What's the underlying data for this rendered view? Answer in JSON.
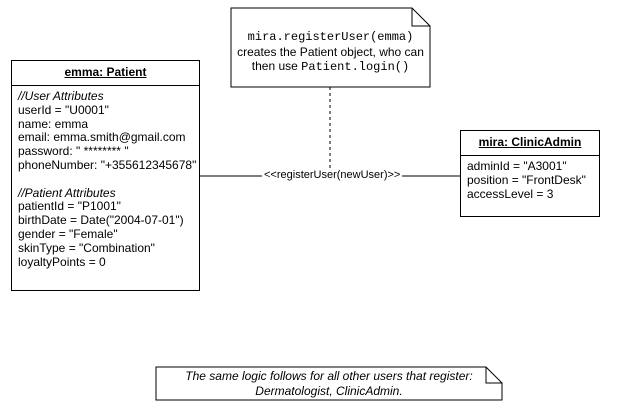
{
  "patient": {
    "title": "emma: Patient",
    "user_header": "//User Attributes",
    "user_attrs": [
      "userId = \"U0001\"",
      "name: emma",
      "email: emma.smith@gmail.com",
      "password: \" ******** \"",
      "phoneNumber: \"+355612345678\""
    ],
    "patient_header": "//Patient Attributes",
    "patient_attrs": [
      "patientId = \"P1001\"",
      "birthDate = Date(\"2004-07-01\")",
      "gender = \"Female\"",
      "skinType = \"Combination\"",
      "loyaltyPoints = 0"
    ]
  },
  "admin": {
    "title": "mira: ClinicAdmin",
    "attrs": [
      "adminId = \"A3001\"",
      "position = \"FrontDesk\"",
      "accessLevel = 3"
    ]
  },
  "association": {
    "label": "<<registerUser(newUser)>>"
  },
  "top_note": {
    "code1": "mira.registerUser(emma)",
    "text1": "creates the Patient object, who can",
    "text2_prefix": "then use ",
    "code2": "Patient.login()"
  },
  "bottom_note": {
    "line1": "The same logic follows for all other users that register:",
    "line2": "Dermatologist, ClinicAdmin."
  }
}
